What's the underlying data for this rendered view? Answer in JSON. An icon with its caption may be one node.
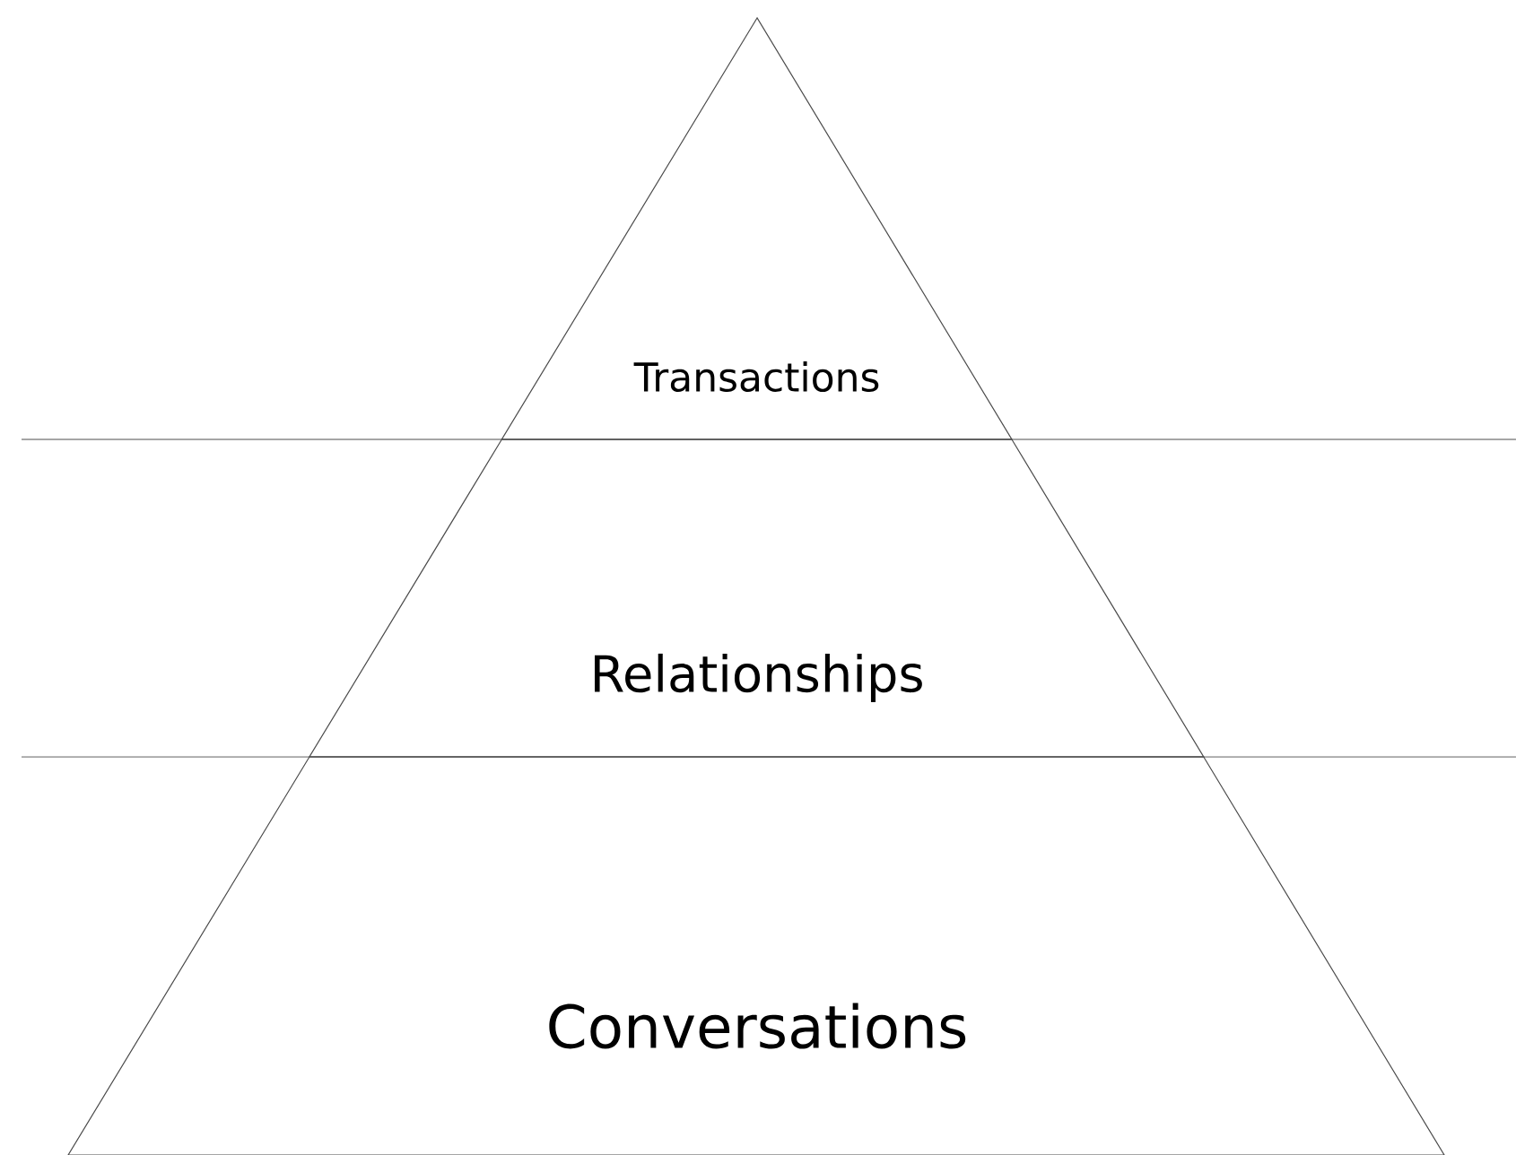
{
  "diagram": {
    "nodes": [
      {
        "text": [
          "Transactions"
        ]
      },
      {
        "text": [
          "Relationships"
        ]
      },
      {
        "text": [
          "Conversations"
        ]
      }
    ]
  }
}
